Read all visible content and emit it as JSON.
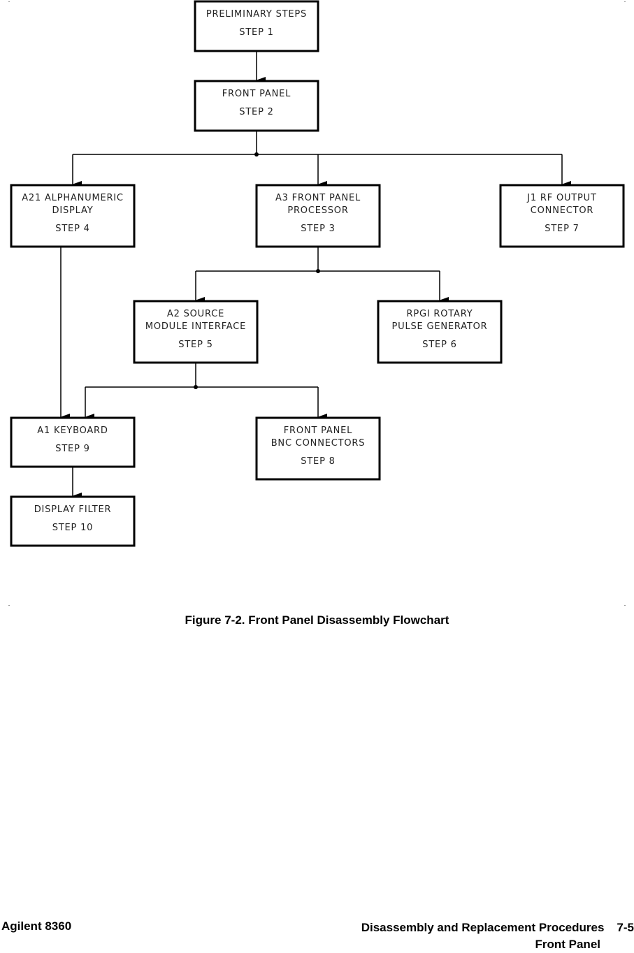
{
  "diagram": {
    "boxes": [
      {
        "id": "step1",
        "lines": [
          "PRELIMINARY  STEPS",
          "STEP  1"
        ]
      },
      {
        "id": "step2",
        "lines": [
          "FRONT  PANEL",
          "STEP  2"
        ]
      },
      {
        "id": "step4",
        "lines": [
          "A21  ALPHANUMERIC",
          "DISPLAY",
          "STEP  4"
        ]
      },
      {
        "id": "step3",
        "lines": [
          "A3  FRONT  PANEL",
          "PROCESSOR",
          "STEP  3"
        ]
      },
      {
        "id": "step7",
        "lines": [
          "J1  RF  OUTPUT",
          "CONNECTOR",
          "STEP  7"
        ]
      },
      {
        "id": "step5",
        "lines": [
          "A2  SOURCE",
          "MODULE  INTERFACE",
          "STEP  5"
        ]
      },
      {
        "id": "step6",
        "lines": [
          "RPGI  ROTARY",
          "PULSE  GENERATOR",
          "STEP  6"
        ]
      },
      {
        "id": "step9",
        "lines": [
          "A1  KEYBOARD",
          "STEP  9"
        ]
      },
      {
        "id": "step8",
        "lines": [
          "FRONT  PANEL",
          "BNC  CONNECTORS",
          "STEP  8"
        ]
      },
      {
        "id": "step10",
        "lines": [
          "DISPLAY  FILTER",
          "STEP  10"
        ]
      }
    ]
  },
  "caption": "Figure 7-2. Front Panel Disassembly Flowchart",
  "footer": {
    "left": "Agilent 8360",
    "right_title": "Disassembly and Replacement Procedures",
    "page_number": "7-5",
    "section": "Front Panel"
  }
}
